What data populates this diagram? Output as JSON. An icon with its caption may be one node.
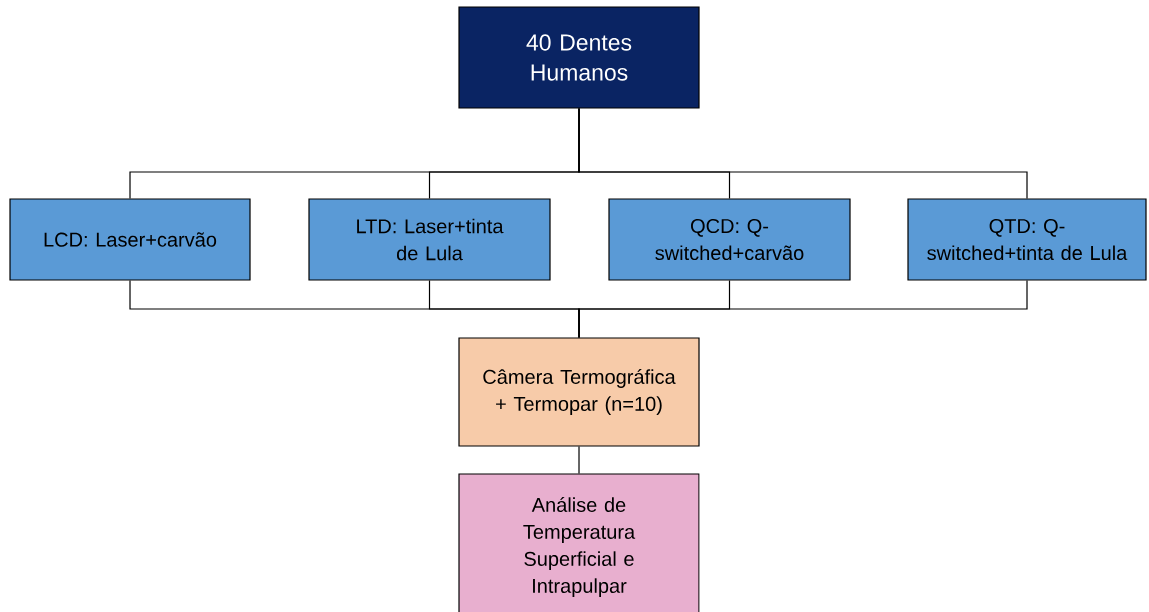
{
  "diagram": {
    "nodes": [
      {
        "text": [
          "40 Dentes Humanos"
        ]
      },
      {
        "text": [
          "LCD: Laser+carvão"
        ]
      },
      {
        "text": [
          "LTD: Laser+tinta de Lula"
        ]
      },
      {
        "text": [
          "QCD: Q-switched+carvão"
        ]
      },
      {
        "text": [
          "QTD: Q-switched+tinta de Lula"
        ]
      },
      {
        "text": [
          "Câmera Termográfica + Termopar (n=10)"
        ]
      },
      {
        "text": [
          "Análise de Temperatura Superficial e Intrapulpar"
        ]
      }
    ],
    "edges": [
      {
        "from": 0,
        "to": 1,
        "arrow": "none"
      },
      {
        "from": 0,
        "to": 2,
        "arrow": "none"
      },
      {
        "from": 0,
        "to": 3,
        "arrow": "none"
      },
      {
        "from": 0,
        "to": 4,
        "arrow": "none"
      },
      {
        "from": 1,
        "to": 5,
        "arrow": "none"
      },
      {
        "from": 2,
        "to": 5,
        "arrow": "none"
      },
      {
        "from": 3,
        "to": 5,
        "arrow": "none"
      },
      {
        "from": 4,
        "to": 5,
        "arrow": "none"
      },
      {
        "from": 5,
        "to": 6,
        "arrow": "none"
      }
    ]
  }
}
